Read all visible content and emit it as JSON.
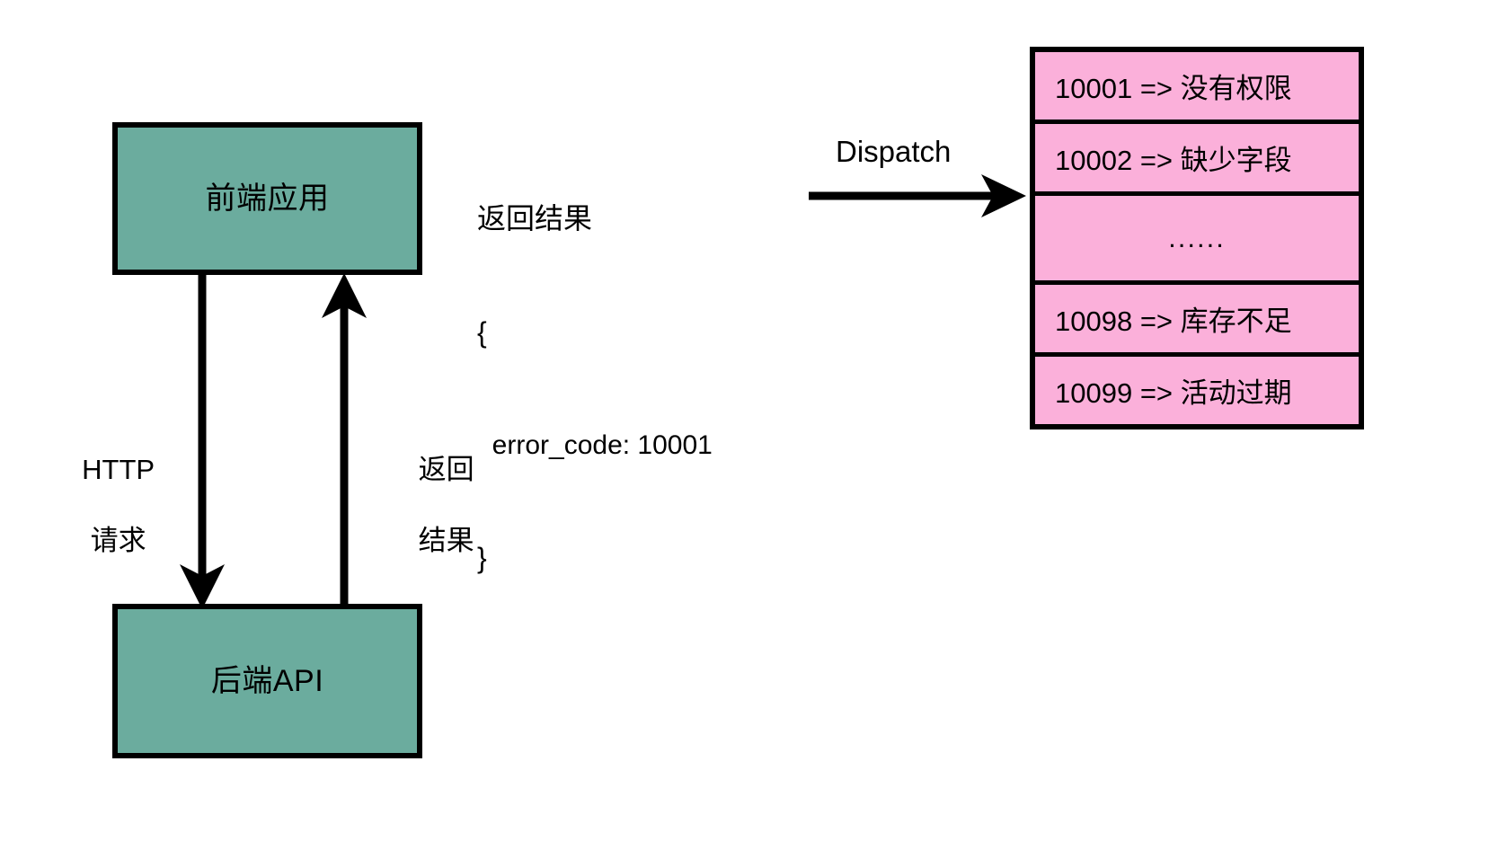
{
  "diagram": {
    "title": "error-code-dispatch-flow",
    "colors": {
      "node_fill": "#6bac9e",
      "table_fill": "#fbb0da",
      "stroke": "#000000",
      "background": "#ffffff"
    },
    "nodes": {
      "frontend": {
        "label": "前端应用"
      },
      "backend": {
        "label": "后端API"
      }
    },
    "edges": {
      "http_request": {
        "line1": "HTTP",
        "line2": "请求"
      },
      "return_result": {
        "line1": "返回",
        "line2": "结果"
      },
      "dispatch": {
        "label": "Dispatch"
      }
    },
    "payload": {
      "heading": "返回结果",
      "open_brace": "{",
      "body": "  error_code: 10001",
      "close_brace": "}"
    },
    "error_table": {
      "rows": [
        {
          "text": "10001 => 没有权限",
          "code": "10001",
          "message": "没有权限"
        },
        {
          "text": "10002 => 缺少字段",
          "code": "10002",
          "message": "缺少字段"
        },
        {
          "text": "......",
          "code": "",
          "message": ""
        },
        {
          "text": "10098 => 库存不足",
          "code": "10098",
          "message": "库存不足"
        },
        {
          "text": "10099 => 活动过期",
          "code": "10099",
          "message": "活动过期"
        }
      ]
    }
  }
}
